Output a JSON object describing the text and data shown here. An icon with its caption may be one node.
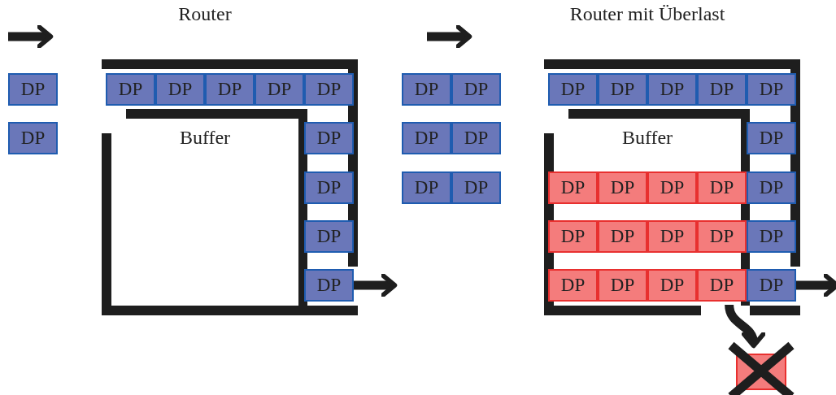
{
  "diagram": {
    "nodes": [
      {
        "text": [
          "DP"
        ]
      },
      {
        "text": [
          "DP"
        ]
      },
      {
        "text": [
          "DP"
        ]
      },
      {
        "text": [
          "DP"
        ]
      },
      {
        "text": [
          "DP"
        ]
      },
      {
        "text": [
          "DP"
        ]
      },
      {
        "text": [
          "DP"
        ]
      },
      {
        "text": [
          "DP"
        ]
      },
      {
        "text": [
          "DP"
        ]
      },
      {
        "text": [
          "DP"
        ]
      },
      {
        "text": [
          "DP"
        ]
      },
      {
        "text": [
          "DP"
        ]
      },
      {
        "text": [
          "DP"
        ]
      },
      {
        "text": [
          "DP"
        ]
      },
      {
        "text": [
          "DP"
        ]
      },
      {
        "text": [
          "DP"
        ]
      },
      {
        "text": [
          "DP"
        ]
      },
      {
        "text": [
          "DP"
        ]
      },
      {
        "text": [
          "DP"
        ]
      },
      {
        "text": [
          "DP"
        ]
      },
      {
        "text": [
          "DP"
        ]
      },
      {
        "text": [
          "DP"
        ]
      },
      {
        "text": [
          "DP"
        ]
      },
      {
        "text": [
          "DP"
        ]
      },
      {
        "text": [
          "DP"
        ]
      },
      {
        "text": [
          "DP"
        ]
      },
      {
        "text": [
          "DP"
        ]
      },
      {
        "text": [
          "DP"
        ]
      },
      {
        "text": [
          "DP"
        ]
      },
      {
        "text": [
          "DP"
        ]
      },
      {
        "text": [
          "DP"
        ]
      },
      {
        "text": [
          "DP"
        ]
      },
      {
        "text": [
          "DP"
        ]
      },
      {
        "text": [
          "DP"
        ]
      },
      {
        "text": [
          "DP"
        ]
      },
      {
        "text": [
          "DP"
        ]
      },
      {
        "text": [
          "DP"
        ]
      },
      {
        "text": [
          "DP"
        ]
      },
      {
        "text": [],
        "shape": "box"
      }
    ],
    "edges": [
      {
        "from": 10,
        "to": null,
        "arrow": "to"
      },
      {
        "from": 37,
        "to": null,
        "arrow": "to"
      },
      {
        "from": 36,
        "to": 38,
        "arrow": "to"
      }
    ],
    "labels": [
      "Router",
      "Router mit Überlast",
      "Buffer",
      "Buffer"
    ]
  }
}
